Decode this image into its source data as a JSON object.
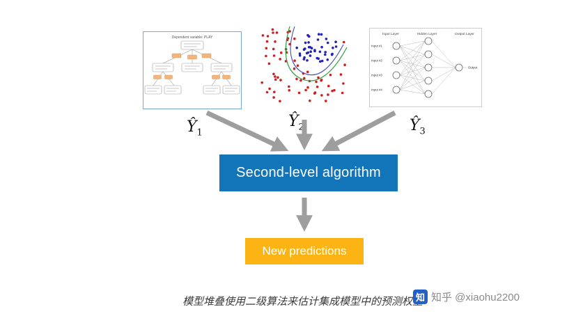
{
  "panels": {
    "tree": {
      "title": "Dependent variable: PLAY"
    },
    "nn": {
      "layer_labels": [
        "Input Layer",
        "Hidden Layer",
        "Output Layer"
      ],
      "input_labels": [
        "Input #1",
        "Input #2",
        "Input #3",
        "Input #4"
      ],
      "output_label": "Output"
    }
  },
  "estimator_labels": {
    "y1": {
      "base": "Ŷ",
      "sub": "1"
    },
    "y2": {
      "base": "Ŷ",
      "sub": "2"
    },
    "y3": {
      "base": "Ŷ",
      "sub": "3"
    }
  },
  "boxes": {
    "second_level": {
      "label": "Second-level algorithm",
      "color": "#1274b9"
    },
    "new_predictions": {
      "label": "New predictions",
      "color": "#fcb415"
    }
  },
  "caption": "模型堆叠使用二级算法来估计集成模型中的预测权重",
  "watermark": {
    "logo": "知",
    "text": "知乎 @xiaohu2200"
  },
  "colors": {
    "arrow": "#9e9e9e",
    "scatter_red": "#cc2020",
    "scatter_blue": "#2121bd",
    "boundary_green": "#2e9b3e",
    "boundary_blue": "#3a4cc0"
  }
}
